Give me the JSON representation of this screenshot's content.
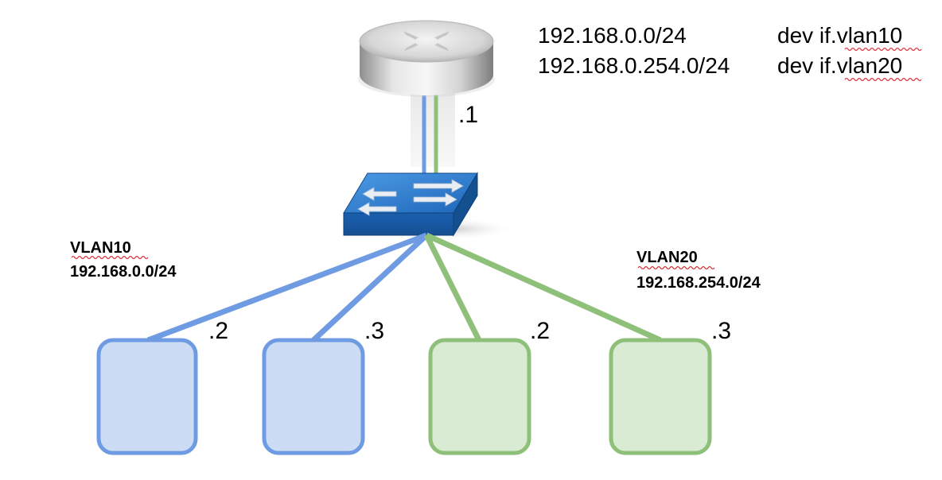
{
  "routing_table": [
    {
      "network": "192.168.0.0/24",
      "device": "dev if.vlan10"
    },
    {
      "network": "192.168.0.254.0/24",
      "device": "dev if.vlan20"
    }
  ],
  "router": {
    "label": ".1"
  },
  "vlans": [
    {
      "name": "VLAN10",
      "subnet": "192.168.0.0/24",
      "color": "#6f9be3",
      "fill": "#cddcf5",
      "hosts": [
        {
          "label": ".2"
        },
        {
          "label": ".3"
        }
      ]
    },
    {
      "name": "VLAN20",
      "subnet": "192.168.254.0/24",
      "color": "#8fc07a",
      "fill": "#d9ebd3",
      "hosts": [
        {
          "label": ".2"
        },
        {
          "label": ".3"
        }
      ]
    }
  ],
  "colors": {
    "router_body": "#c9c9c9",
    "switch_body": "#1f6fc0",
    "spellcheck": "#d9303a"
  }
}
